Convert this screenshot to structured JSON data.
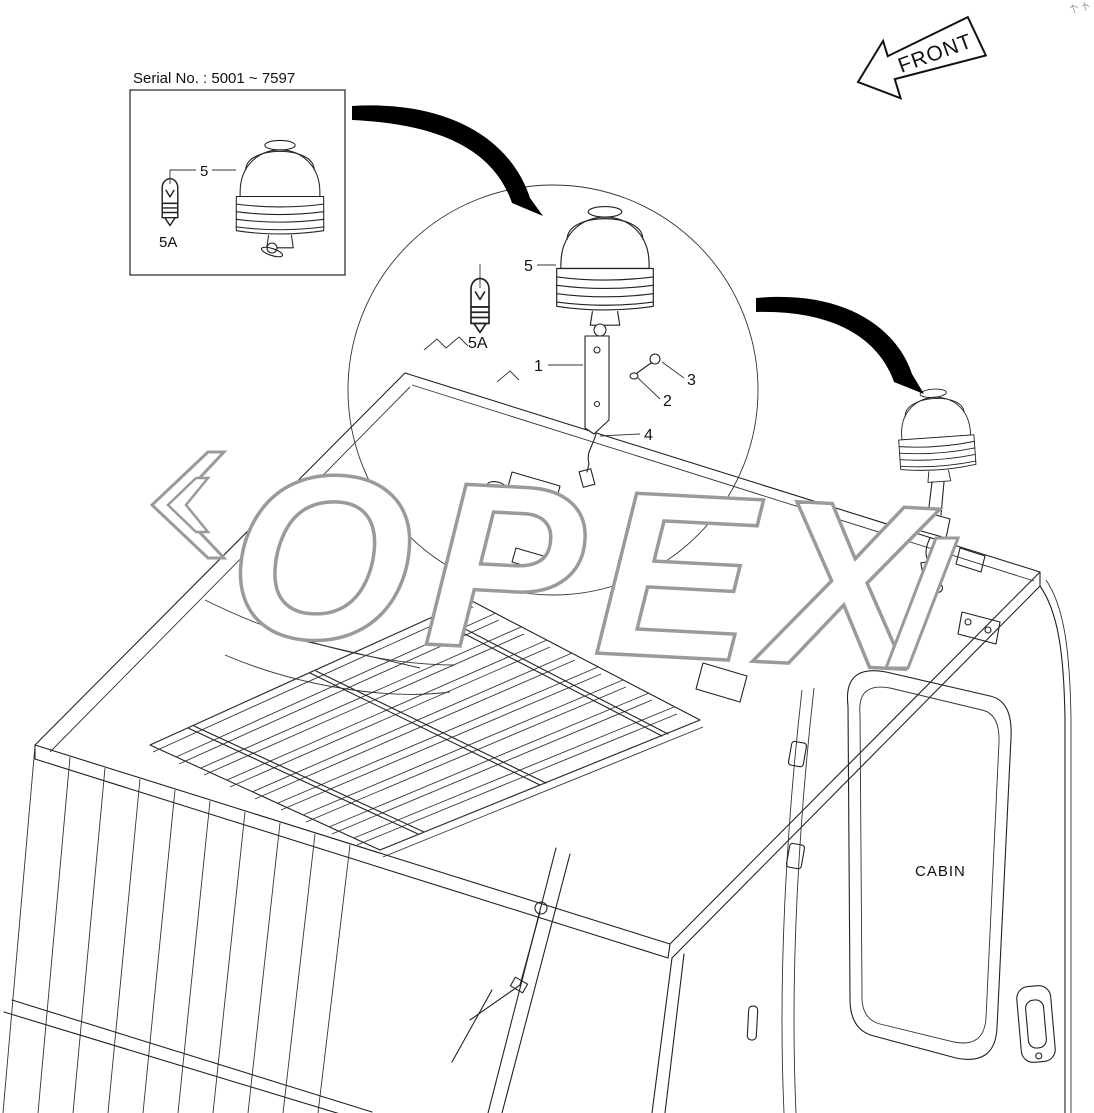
{
  "colors": {
    "line": "#222222",
    "watermark_outline": "#9a9a9a",
    "swoosh": "#000000",
    "background": "#ffffff"
  },
  "front_indicator": {
    "label": "FRONT"
  },
  "serial_inset": {
    "title": "Serial No. : 5001 ~ 7597",
    "beacon_label": "5",
    "bulb_label": "5A"
  },
  "detail_view": {
    "labels": {
      "beacon": "5",
      "bulb": "5A",
      "bracket": "1",
      "washer": "2",
      "bolt": "3",
      "harness": "4"
    }
  },
  "cabin": {
    "label": "CABIN"
  },
  "watermark": {
    "text": "OPEX"
  }
}
